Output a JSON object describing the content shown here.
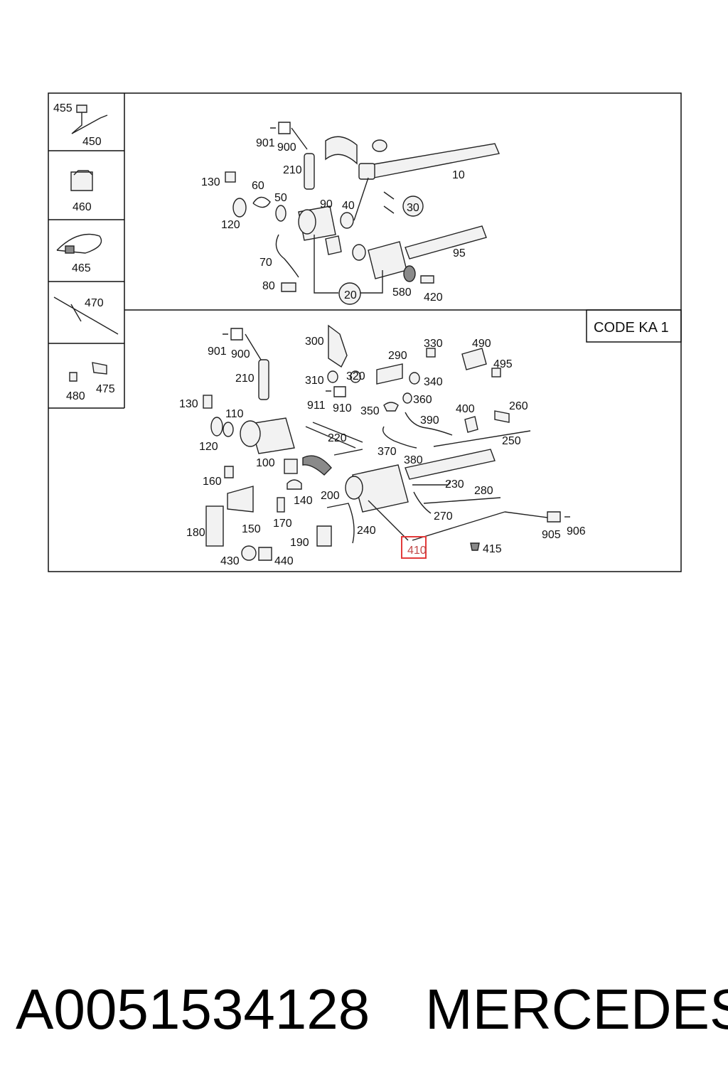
{
  "code_box": "CODE KA 1",
  "upper_labels": [
    "455",
    "450",
    "460",
    "465",
    "470",
    "480",
    "475",
    "901",
    "900",
    "210",
    "130",
    "60",
    "50",
    "90",
    "40",
    "10",
    "120",
    "30",
    "95",
    "70",
    "80",
    "20",
    "580",
    "420"
  ],
  "lower_labels": [
    "300",
    "330",
    "490",
    "290",
    "495",
    "901",
    "900",
    "310",
    "320",
    "340",
    "911",
    "910",
    "360",
    "350",
    "210",
    "390",
    "400",
    "260",
    "130",
    "110",
    "220",
    "250",
    "120",
    "370",
    "380",
    "100",
    "160",
    "230",
    "280",
    "200",
    "140",
    "270",
    "170",
    "150",
    "905",
    "906",
    "180",
    "240",
    "190",
    "415",
    "430",
    "440"
  ],
  "highlighted_part": "410",
  "caption": {
    "part_number": "A0051534128",
    "brand": "MERCEDES"
  }
}
